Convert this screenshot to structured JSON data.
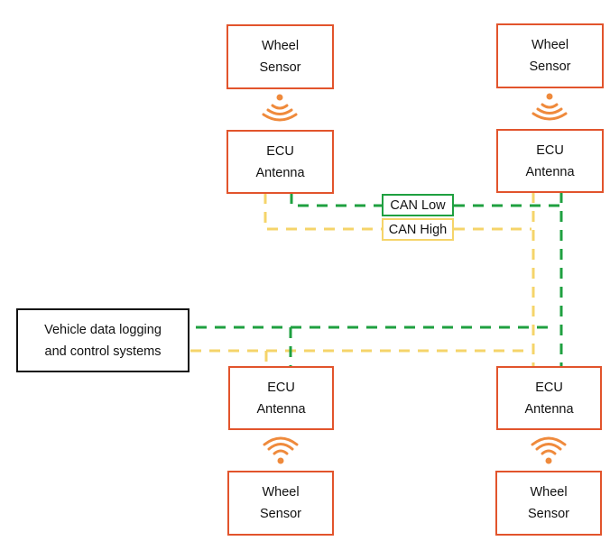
{
  "diagram": {
    "colors": {
      "box_border": "#e2542c",
      "signal_icon": "#ef8a3c",
      "can_low": "#1fa040",
      "can_high": "#f5d46a",
      "controller_border": "#111111"
    },
    "nodes": {
      "top_left_sensor": {
        "line1": "Wheel",
        "line2": "Sensor"
      },
      "top_left_ecu": {
        "line1": "ECU",
        "line2": "Antenna"
      },
      "top_right_sensor": {
        "line1": "Wheel",
        "line2": "Sensor"
      },
      "top_right_ecu": {
        "line1": "ECU",
        "line2": "Antenna"
      },
      "bottom_left_ecu": {
        "line1": "ECU",
        "line2": "Antenna"
      },
      "bottom_left_sensor": {
        "line1": "Wheel",
        "line2": "Sensor"
      },
      "bottom_right_ecu": {
        "line1": "ECU",
        "line2": "Antenna"
      },
      "bottom_right_sensor": {
        "line1": "Wheel",
        "line2": "Sensor"
      },
      "controller": {
        "line1": "Vehicle data logging",
        "line2": "and control systems"
      }
    },
    "bus_labels": {
      "can_low": "CAN Low",
      "can_high": "CAN High"
    },
    "icons": {
      "top_signal": "wireless-signal-down-icon",
      "bottom_signal": "wireless-signal-up-icon"
    }
  }
}
